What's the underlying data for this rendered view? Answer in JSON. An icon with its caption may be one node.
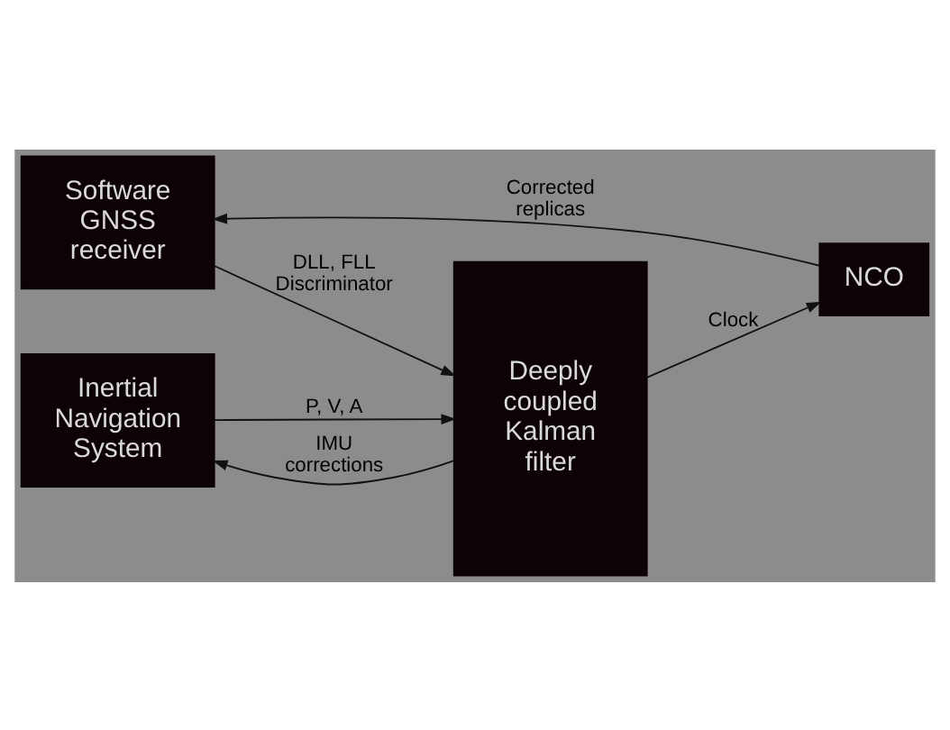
{
  "diagram": {
    "nodes": [
      {
        "text": [
          "Software GNSS receiver"
        ]
      },
      {
        "text": [
          "Deeply coupled Kalman filter"
        ]
      },
      {
        "text": [
          "NCO"
        ]
      },
      {
        "text": [
          "Inertial Navigation System"
        ]
      }
    ],
    "edges": [
      {
        "from": 0,
        "to": 1,
        "arrow": "to",
        "label": "DLL, FLL Discriminator"
      },
      {
        "from": 1,
        "to": 2,
        "arrow": "to",
        "label": "Clock"
      },
      {
        "from": 2,
        "to": 0,
        "arrow": "to",
        "label": "Corrected replicas"
      },
      {
        "from": 3,
        "to": 1,
        "arrow": "to",
        "label": "P, V, A"
      },
      {
        "from": 1,
        "to": 3,
        "arrow": "to",
        "label": "IMU corrections"
      }
    ]
  }
}
